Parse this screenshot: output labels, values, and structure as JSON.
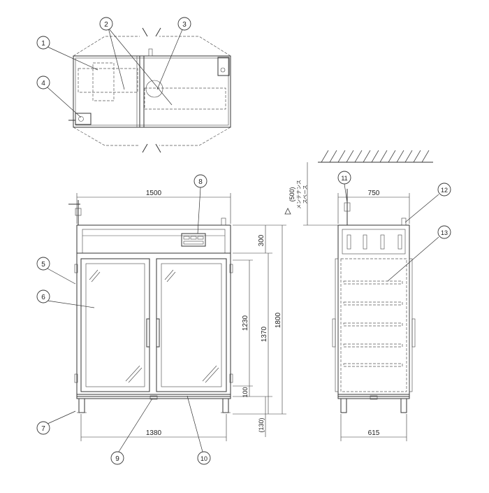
{
  "dimensions": {
    "width_total": "1500",
    "width_base": "1380",
    "top_section": "300",
    "door_height": "1230",
    "height_mid": "1370",
    "height_total": "1800",
    "base": "100",
    "leg": "(130)",
    "depth": "750",
    "depth_base": "615",
    "maintenance": "(500)",
    "maintenance_label_1": "メンテナンス",
    "maintenance_label_2": "スペース"
  },
  "balloons": [
    "1",
    "2",
    "3",
    "4",
    "5",
    "6",
    "7",
    "8",
    "9",
    "10",
    "11",
    "12",
    "13"
  ],
  "icons": {
    "clearance_symbol": "warning-triangle-icon",
    "hinge_marker": "circle-icon"
  },
  "colors": {
    "line": "#333333",
    "background": "#ffffff"
  }
}
